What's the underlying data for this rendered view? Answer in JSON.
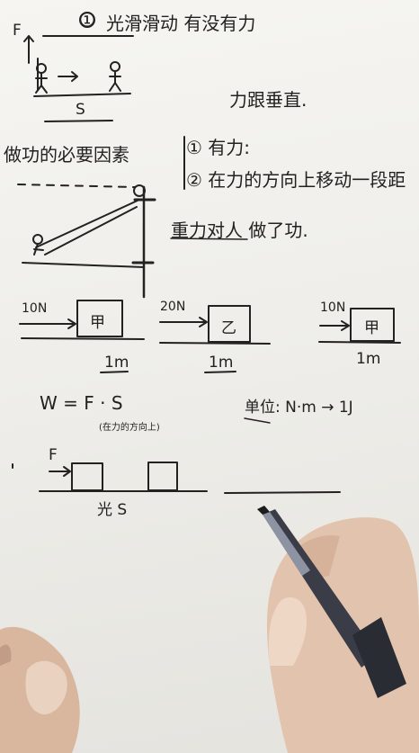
{
  "notes": {
    "line1_num": "①",
    "line1": "光滑滑动    有没有力",
    "label_F_top": "F",
    "label_S_top": "S",
    "perp": "力跟垂直.",
    "factors": "做功的必要因素",
    "cond1": "① 有力:",
    "cond2": "② 在力的方向上移动一段距",
    "done_work": "重力对人  做了功.",
    "force1": "10N",
    "force2": "20N",
    "force3": "10N",
    "block1": "甲",
    "block2": "乙",
    "block3": "甲",
    "dist1": "1m",
    "dist2": "1m",
    "dist3": "1m",
    "formula_left": "W = F · S",
    "formula_note": "(在力的方向上)",
    "unit": "单位: N·m → 1J",
    "label_F_bottom": "F",
    "smooth_s": "光 S"
  }
}
